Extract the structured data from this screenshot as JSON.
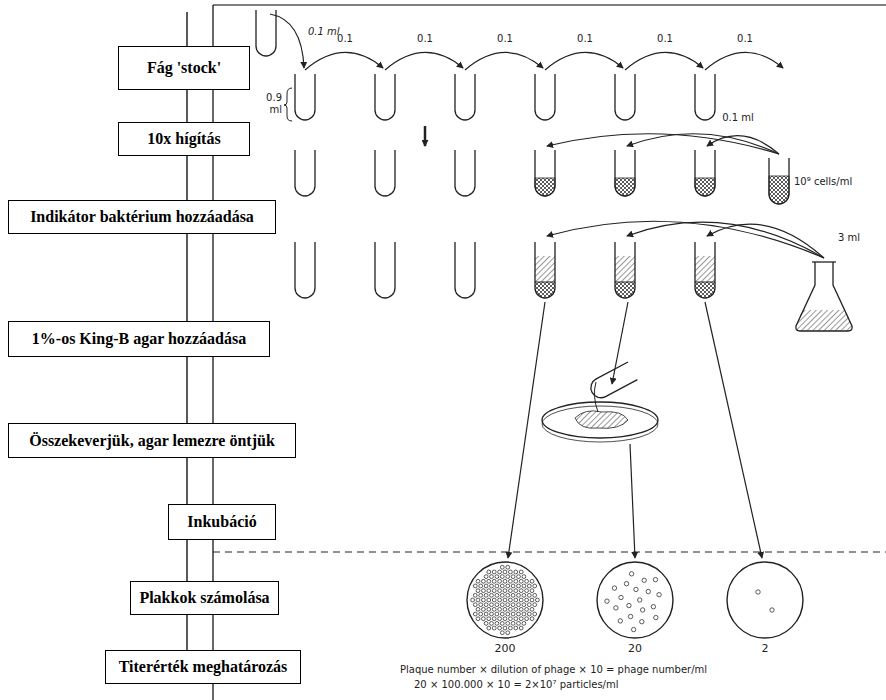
{
  "diagram": {
    "nodes": [
      {
        "text": [
          "Fág 'stock'"
        ]
      },
      {
        "text": [
          "10x hígítás"
        ]
      },
      {
        "text": [
          "Indikátor baktérium hozzáadása"
        ]
      },
      {
        "text": [
          "1%-os King-B agar hozzáadása"
        ]
      },
      {
        "text": [
          "Összekeverjük, agar lemezre öntjük"
        ]
      },
      {
        "text": [
          "Inkubáció"
        ]
      },
      {
        "text": [
          "Plakkok számolása"
        ]
      },
      {
        "text": [
          "Titerérték meghatározás"
        ]
      }
    ],
    "edges": [
      {
        "from": 0,
        "to": 1,
        "arrow": "none"
      },
      {
        "from": 1,
        "to": 2,
        "arrow": "none"
      },
      {
        "from": 2,
        "to": 3,
        "arrow": "none"
      },
      {
        "from": 3,
        "to": 4,
        "arrow": "none"
      },
      {
        "from": 4,
        "to": 5,
        "arrow": "none"
      },
      {
        "from": 5,
        "to": 6,
        "arrow": "none"
      },
      {
        "from": 6,
        "to": 7,
        "arrow": "none"
      }
    ],
    "labels": [
      "0.1 ml",
      "0.1",
      "0.1",
      "0.1",
      "0.1",
      "0.1",
      "0.1",
      "0.9 ml",
      "0.1 ml",
      "10⁹ cells/ml",
      "3 ml",
      "200",
      "20",
      "2",
      "Plaque number × dilution of phage × 10 = phage number/ml",
      "20 × 100.000 × 10 = 2×10⁷ particles/ml"
    ]
  }
}
